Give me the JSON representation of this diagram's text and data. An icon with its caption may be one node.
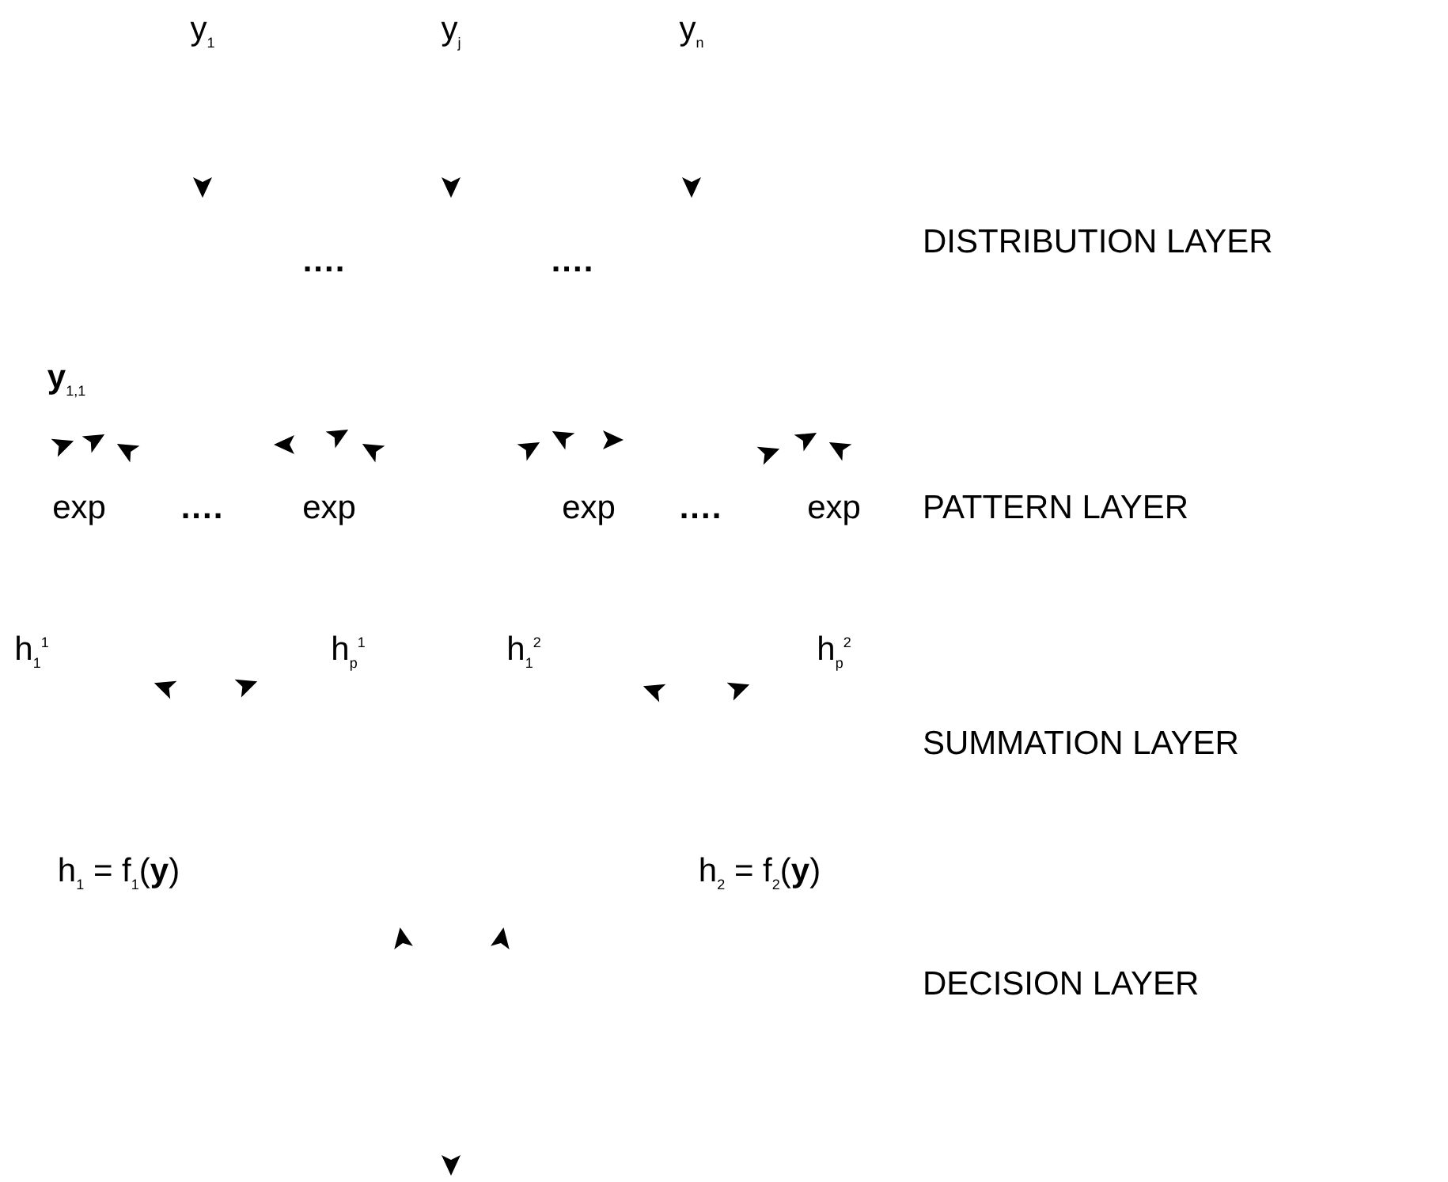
{
  "diagram": {
    "labels": [
      "y$_{1}$",
      "y$_{j}$",
      "y$_{n}$",
      "....",
      "....",
      "DISTRIBUTION LAYER",
      "**y**$_{1,1}$",
      "exp",
      "....",
      "exp",
      "exp",
      "....",
      "exp",
      "PATTERN LAYER",
      "h$_{1}$$^{1}$",
      "h$_{p}$$^{1}$",
      "h$_{1}$$^{2}$",
      "h$_{p}$$^{2}$",
      "SUMMATION LAYER",
      "h$_{1}$ = f$_{1}$(**y**)",
      "h$_{2}$ = f$_{2}$(**y**)",
      "DECISION LAYER"
    ]
  }
}
